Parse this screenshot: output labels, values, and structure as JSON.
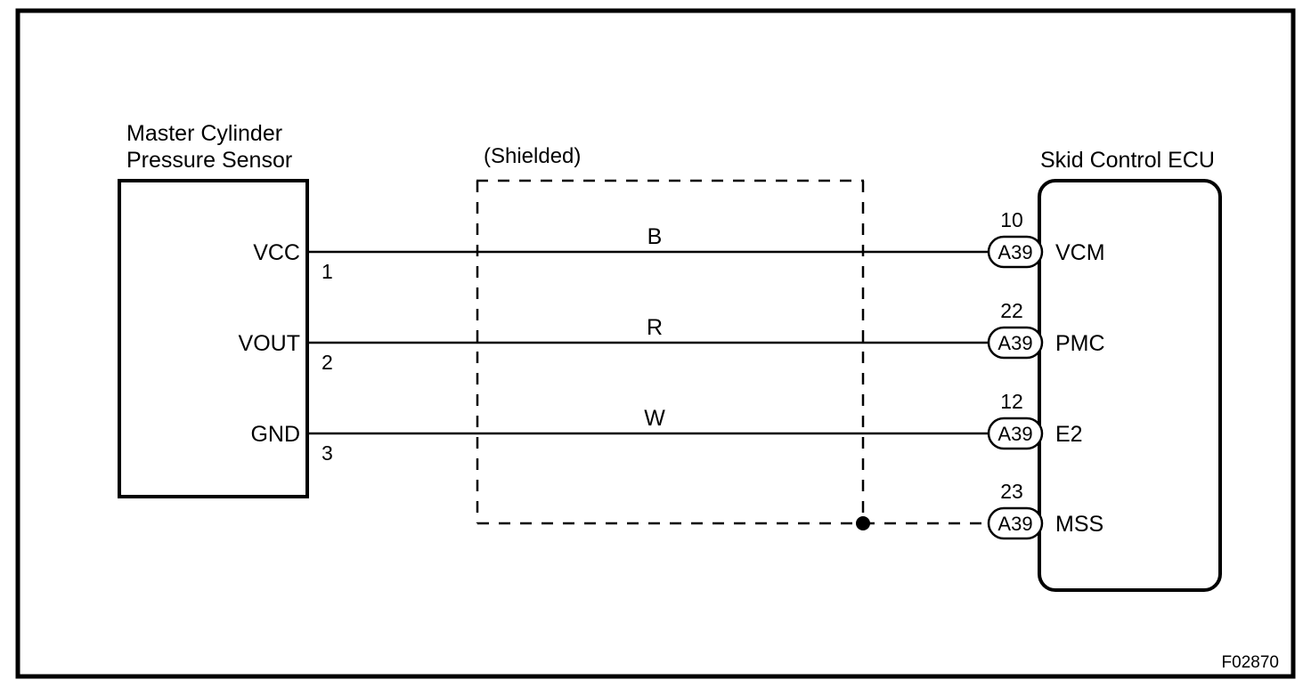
{
  "diagram": {
    "figure_code": "F02870",
    "border_color": "#000000",
    "line_color": "#000000",
    "background": "#ffffff",
    "shield_label": "(Shielded)",
    "left_component": {
      "title_line1": "Master Cylinder",
      "title_line2": "Pressure Sensor",
      "terminals": [
        {
          "name": "VCC",
          "pin": "1"
        },
        {
          "name": "VOUT",
          "pin": "2"
        },
        {
          "name": "GND",
          "pin": "3"
        }
      ]
    },
    "right_component": {
      "title": "Skid Control ECU",
      "terminals": [
        {
          "pin": "10",
          "connector": "A39",
          "name": "VCM"
        },
        {
          "pin": "22",
          "connector": "A39",
          "name": "PMC"
        },
        {
          "pin": "12",
          "connector": "A39",
          "name": "E2"
        },
        {
          "pin": "23",
          "connector": "A39",
          "name": "MSS"
        }
      ]
    },
    "wires": [
      {
        "color_code": "B",
        "from": "VCC",
        "to": "VCM",
        "style": "solid"
      },
      {
        "color_code": "R",
        "from": "VOUT",
        "to": "PMC",
        "style": "solid"
      },
      {
        "color_code": "W",
        "from": "GND",
        "to": "E2",
        "style": "solid"
      },
      {
        "color_code": "",
        "from": "shield",
        "to": "MSS",
        "style": "dashed"
      }
    ]
  }
}
